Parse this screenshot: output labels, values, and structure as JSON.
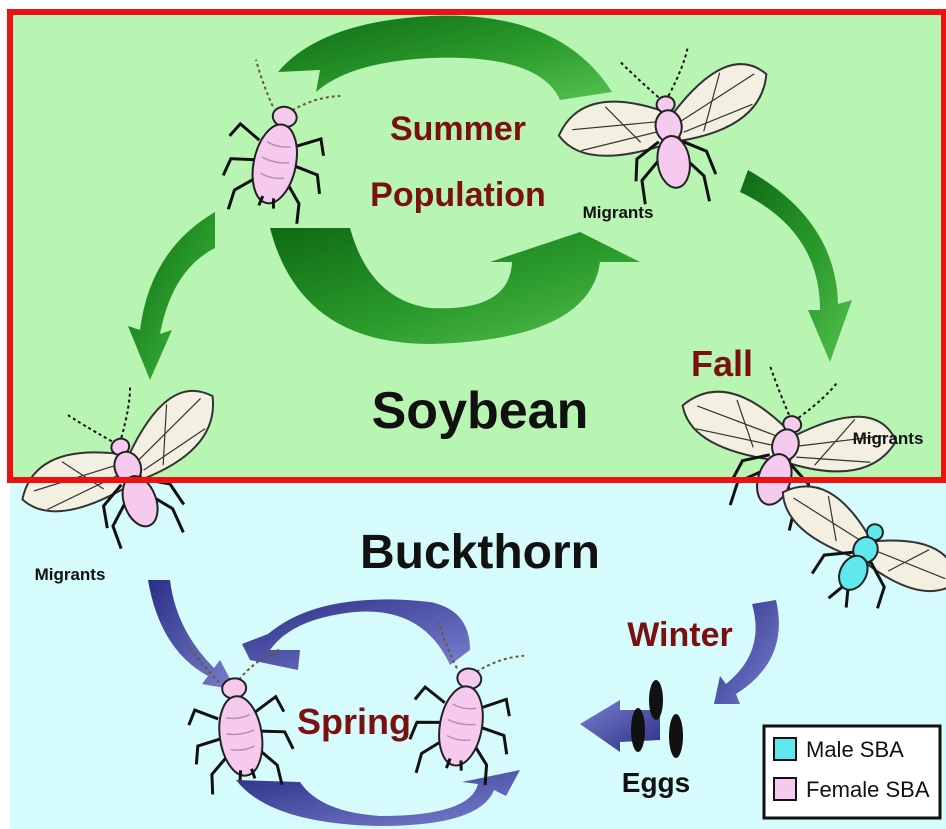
{
  "labels": {
    "summer_line1": "Summer",
    "summer_line2": "Population",
    "soybean": "Soybean",
    "fall": "Fall",
    "buckthorn": "Buckthorn",
    "winter": "Winter",
    "spring": "Spring",
    "eggs": "Eggs",
    "migrants_top": "Migrants",
    "migrants_right": "Migrants",
    "migrants_left": "Migrants"
  },
  "legend": {
    "items": [
      {
        "label": "Male SBA",
        "color": "#5fe8ee"
      },
      {
        "label": "Female SBA",
        "color": "#f6c9ef"
      }
    ]
  },
  "colors": {
    "soybean_bg": "#b8f4b2",
    "buckthorn_bg": "#d6fbfc",
    "green_arrow": "#1e8a22",
    "blue_arrow": "#383d9a",
    "label_red": "#7a1010",
    "highlight": "#ee1111",
    "female_body": "#f6c9ef",
    "male_body": "#5fe8ee",
    "wing": "#f3f0e2"
  },
  "icons": [
    "female-aphid-icon",
    "male-aphid-icon",
    "winged-aphid-icon",
    "cycle-arrow-icon",
    "egg-icon"
  ]
}
